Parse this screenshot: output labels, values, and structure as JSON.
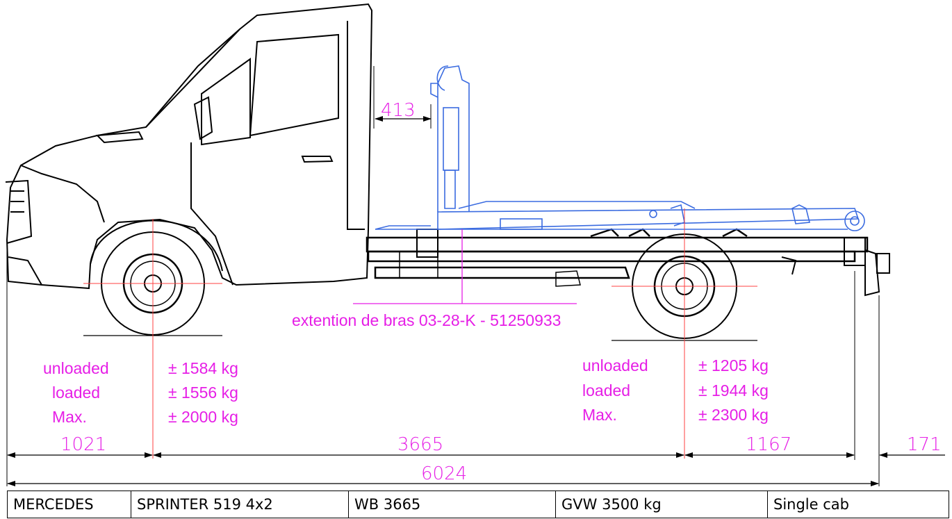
{
  "drawing": {
    "clearance_dim": "413",
    "arm_extension_label": "extention de bras 03-28-K - 51250933",
    "dims": {
      "front_overhang": "1021",
      "wheelbase": "3665",
      "rear_overhang": "1167",
      "hitch": "171",
      "overall_length": "6024"
    },
    "front_axle": {
      "labels": [
        "unloaded",
        "loaded",
        "Max."
      ],
      "values": [
        "± 1584 kg",
        "± 1556 kg",
        "± 2000 kg"
      ]
    },
    "rear_axle": {
      "labels": [
        "unloaded",
        "loaded",
        "Max."
      ],
      "values": [
        "± 1205 kg",
        "± 1944 kg",
        "± 2300 kg"
      ]
    }
  },
  "spec_table": {
    "make": "MERCEDES",
    "model": "SPRINTER 519 4x2",
    "wheelbase": "WB 3665",
    "gvw": "GVW 3500 kg",
    "cab": "Single cab"
  },
  "colors": {
    "annotation": "#e61ee6",
    "hooklift": "#3a6be0",
    "outline": "#000000",
    "centerline": "#ff4040"
  }
}
